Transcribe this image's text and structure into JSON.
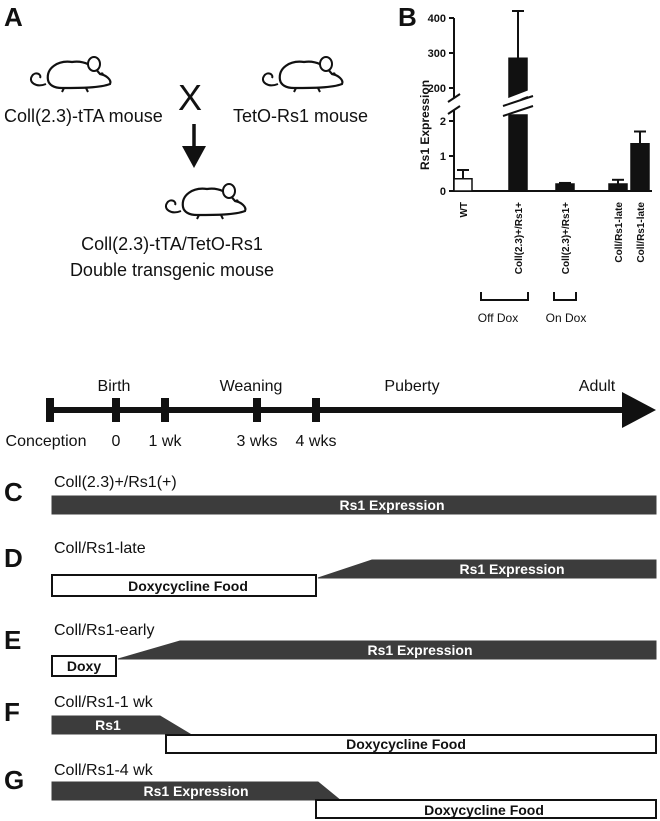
{
  "panel_a": {
    "letter": "A",
    "mouse_left_label": "Coll(2.3)-tTA mouse",
    "cross_symbol": "X",
    "mouse_right_label": "TetO-Rs1 mouse",
    "offspring_line1": "Coll(2.3)-tTA/TetO-Rs1",
    "offspring_line2": "Double transgenic mouse",
    "icons": [
      "mouse-icon",
      "mouse-icon",
      "mouse-icon",
      "arrow-down-icon"
    ]
  },
  "panel_b": {
    "letter": "B",
    "group_off": "Off Dox",
    "group_on": "On Dox"
  },
  "chart_data": {
    "type": "bar",
    "ylabel": "Rs1 Expression",
    "broken_axis": true,
    "lower_ylim": [
      0,
      2
    ],
    "upper_ylim": [
      200,
      400
    ],
    "lower_ticks": [
      0,
      1,
      2
    ],
    "upper_ticks": [
      200,
      300,
      400
    ],
    "categories": [
      "WT",
      "Coll(2.3)+/Rs1+",
      "Coll(2.3)+/Rs1+",
      "Coll/Rs1-late",
      "Coll/Rs1-late"
    ],
    "values": [
      0.35,
      285,
      0.2,
      0.2,
      1.35
    ],
    "errors": [
      0.25,
      135,
      0.03,
      0.12,
      0.35
    ],
    "fill": [
      "white",
      "black",
      "black",
      "black",
      "black"
    ],
    "groups": [
      {
        "label": "Off Dox",
        "members": [
          0,
          1
        ]
      },
      {
        "label": "On Dox",
        "members": [
          2
        ]
      }
    ]
  },
  "timeline": {
    "stages": [
      "Birth",
      "Weaning",
      "Puberty",
      "Adult"
    ],
    "ticks": [
      "Conception",
      "0",
      "1 wk",
      "3 wks",
      "4 wks"
    ]
  },
  "panels": [
    {
      "letter": "C",
      "name": "Coll(2.3)+/Rs1(+)",
      "bars": [
        {
          "label": "Rs1 Expression",
          "kind": "dark"
        }
      ]
    },
    {
      "letter": "D",
      "name": "Coll/Rs1-late",
      "bars": [
        {
          "label": "Doxycycline Food",
          "kind": "light"
        },
        {
          "label": "Rs1 Expression",
          "kind": "dark"
        }
      ]
    },
    {
      "letter": "E",
      "name": "Coll/Rs1-early",
      "bars": [
        {
          "label": "Doxy",
          "kind": "light"
        },
        {
          "label": "Rs1 Expression",
          "kind": "dark"
        }
      ]
    },
    {
      "letter": "F",
      "name": "Coll/Rs1-1 wk",
      "bars": [
        {
          "label": "Rs1",
          "kind": "dark"
        },
        {
          "label": "Doxycycline Food",
          "kind": "light"
        }
      ]
    },
    {
      "letter": "G",
      "name": "Coll/Rs1-4 wk",
      "bars": [
        {
          "label": "Rs1 Expression",
          "kind": "dark"
        },
        {
          "label": "Doxycycline Food",
          "kind": "light"
        }
      ]
    }
  ],
  "colors": {
    "dark": "#3c3c3c",
    "light": "#ffffff",
    "ink": "#111111"
  }
}
